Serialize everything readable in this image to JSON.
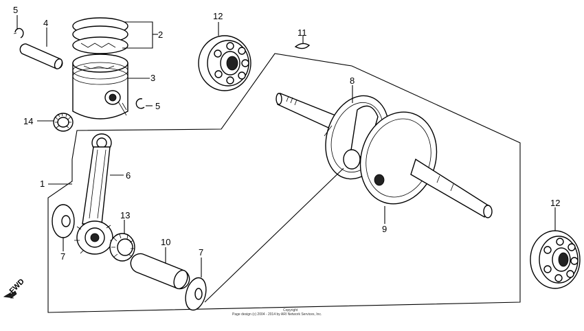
{
  "callouts": {
    "c5a": "5",
    "c4": "4",
    "c2": "2",
    "c3": "3",
    "c5b": "5",
    "c14": "14",
    "c12a": "12",
    "c11": "11",
    "c8": "8",
    "c1": "1",
    "c6": "6",
    "c13": "13",
    "c7a": "7",
    "c10": "10",
    "c7b": "7",
    "c9": "9",
    "c12b": "12"
  },
  "direction_label": "FWD",
  "copyright": {
    "line1": "Copyright",
    "line2": "Page design (c) 2004 - 2014 by ARI Network Services, Inc."
  }
}
